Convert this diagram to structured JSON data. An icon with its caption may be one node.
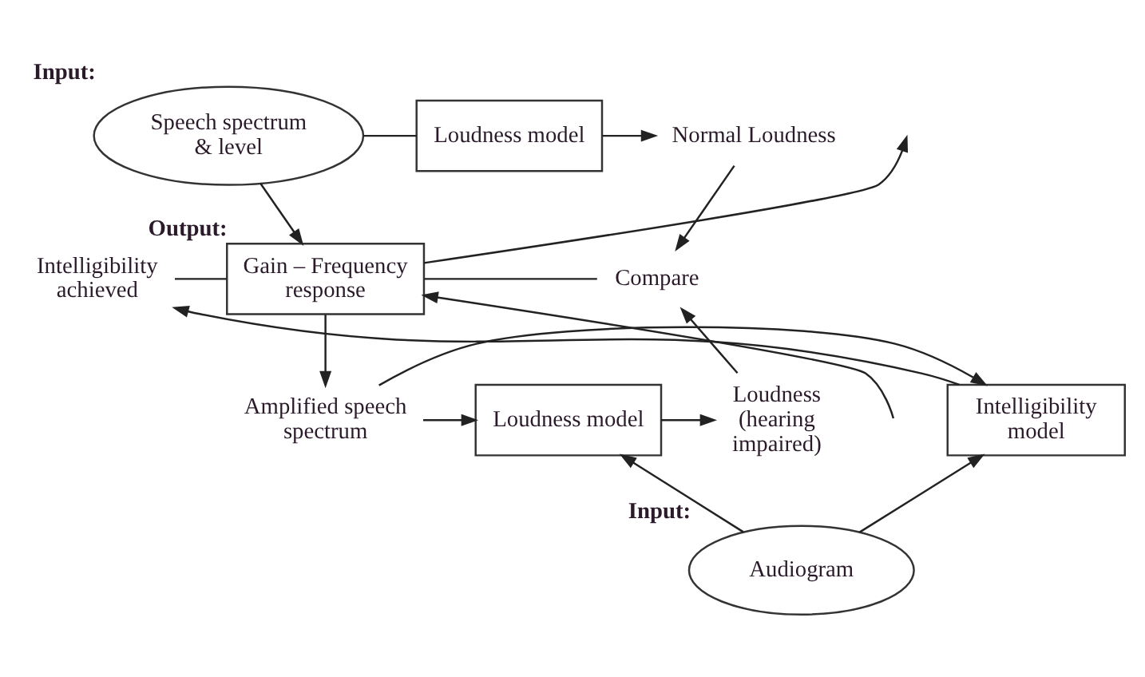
{
  "diagram": {
    "nodes": [
      {
        "text": [
          "Speech spectrum & level"
        ],
        "beside": [
          "Input:"
        ]
      },
      {
        "text": [
          "Loudness model"
        ]
      },
      {
        "text": [
          "Normal Loudness"
        ]
      },
      {
        "text": [
          "Gain – Frequency response"
        ],
        "beside": [
          "Output:"
        ]
      },
      {
        "text": [
          "Compare"
        ]
      },
      {
        "text": [
          "Intelligibility achieved"
        ]
      },
      {
        "text": [
          "Intelligibility model"
        ]
      },
      {
        "text": [
          "Amplified speech spectrum"
        ]
      },
      {
        "text": [
          "Loudness model"
        ]
      },
      {
        "text": [
          "Loudness (hearing impaired)"
        ]
      },
      {
        "text": [
          "Audiogram"
        ],
        "beside": [
          "Input:"
        ]
      }
    ],
    "edges": [
      {
        "from": 0,
        "to": 1,
        "arrow": "none"
      },
      {
        "from": 1,
        "to": 2,
        "arrow": "to"
      },
      {
        "from": 0,
        "to": 3,
        "arrow": "to"
      },
      {
        "from": 2,
        "to": 4,
        "arrow": "to"
      },
      {
        "from": 3,
        "to": null,
        "arrow": "to"
      },
      {
        "from": null,
        "to": 3,
        "arrow": "to"
      },
      {
        "from": 3,
        "to": 4,
        "arrow": "none"
      },
      {
        "from": 5,
        "to": 3,
        "arrow": "none"
      },
      {
        "from": 3,
        "to": 7,
        "arrow": "to"
      },
      {
        "from": 6,
        "to": 5,
        "arrow": "to"
      },
      {
        "from": 7,
        "to": 6,
        "arrow": "to"
      },
      {
        "from": 7,
        "to": 8,
        "arrow": "to"
      },
      {
        "from": 8,
        "to": 9,
        "arrow": "to"
      },
      {
        "from": 9,
        "to": 4,
        "arrow": "to"
      },
      {
        "from": 10,
        "to": 6,
        "arrow": "to"
      },
      {
        "from": 10,
        "to": 8,
        "arrow": "to"
      }
    ]
  }
}
